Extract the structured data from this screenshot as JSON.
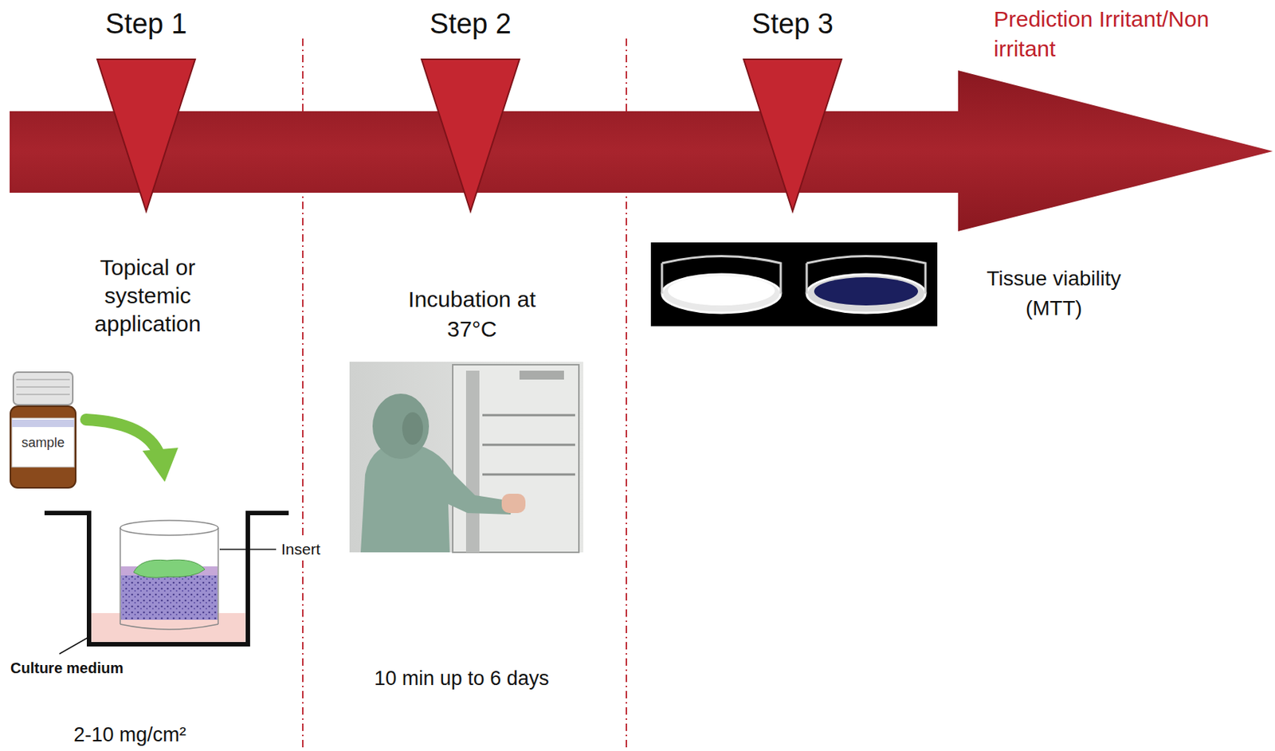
{
  "diagram": {
    "nodes": [
      {
        "text": [
          "Step 1"
        ]
      },
      {
        "text": [
          "Step 2"
        ]
      },
      {
        "text": [
          "Step 3"
        ]
      },
      {
        "text": [
          "Prediction Irritant/Non irritant"
        ]
      }
    ],
    "labels": [
      "Topical or systemic application",
      "sample",
      "Insert",
      "Culture medium",
      "2-10 mg/cm²",
      "Incubation at 37°C",
      "10 min up to 6 days",
      "Tissue viability (MTT)"
    ]
  }
}
